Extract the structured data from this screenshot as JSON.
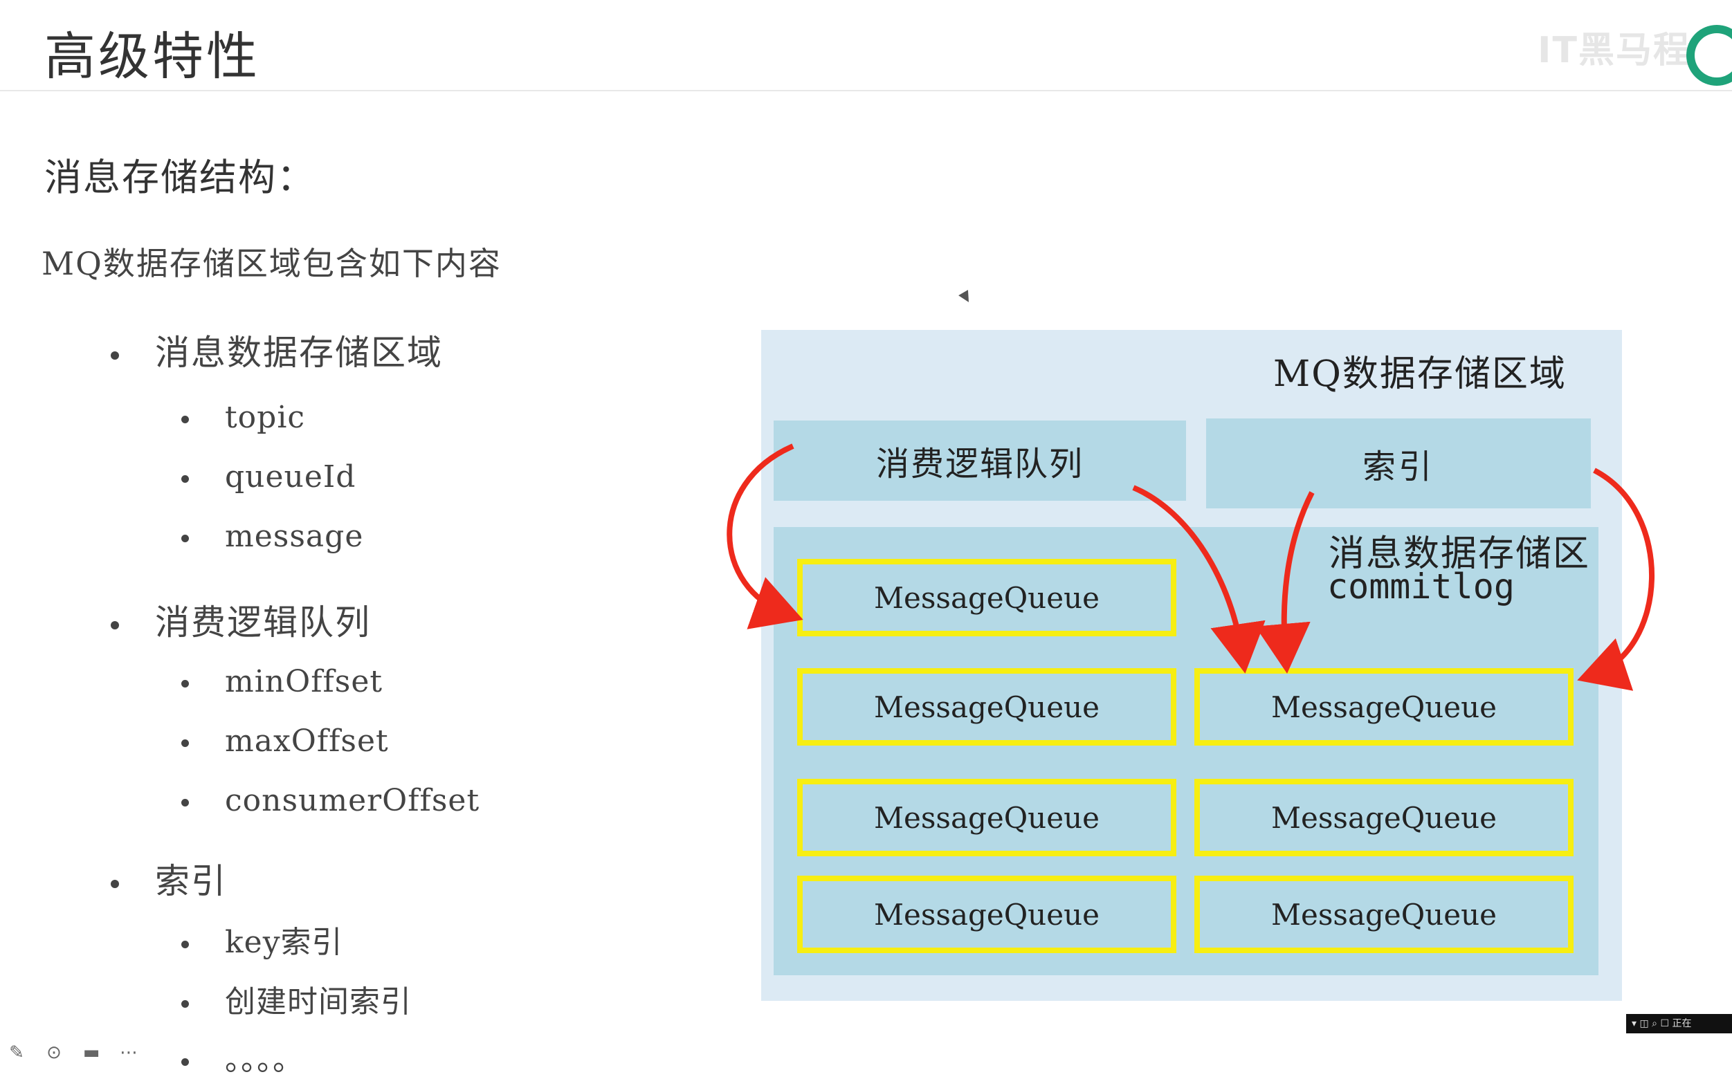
{
  "page": {
    "title": "高级特性",
    "section_heading": "消息存储结构：",
    "intro": "MQ数据存储区域包含如下内容"
  },
  "outline": [
    {
      "label": "消息数据存储区域",
      "children": [
        "topic",
        "queueId",
        "message"
      ]
    },
    {
      "label": "消费逻辑队列",
      "children": [
        "minOffset",
        "maxOffset",
        "consumerOffset"
      ]
    },
    {
      "label": "索引",
      "children": [
        "key索引",
        "创建时间索引",
        "。。。。"
      ]
    }
  ],
  "diagram": {
    "title": "MQ数据存储区域",
    "consume_queue_label": "消费逻辑队列",
    "index_label": "索引",
    "storage_label": "消息数据存储区",
    "storage_sublabel": "commitlog",
    "queues": [
      "MessageQueue",
      "MessageQueue",
      "MessageQueue",
      "MessageQueue",
      "MessageQueue",
      "MessageQueue",
      "MessageQueue"
    ],
    "colors": {
      "outer": "#dceaf4",
      "box": "#b4d9e6",
      "queue_border": "#f7ee12",
      "arrow": "#ee2a1c"
    }
  },
  "watermark": "IT黑马程",
  "toolbar_icons": [
    "pen-icon",
    "screenshot-icon",
    "camera-icon",
    "more-icon"
  ],
  "status": "正在"
}
